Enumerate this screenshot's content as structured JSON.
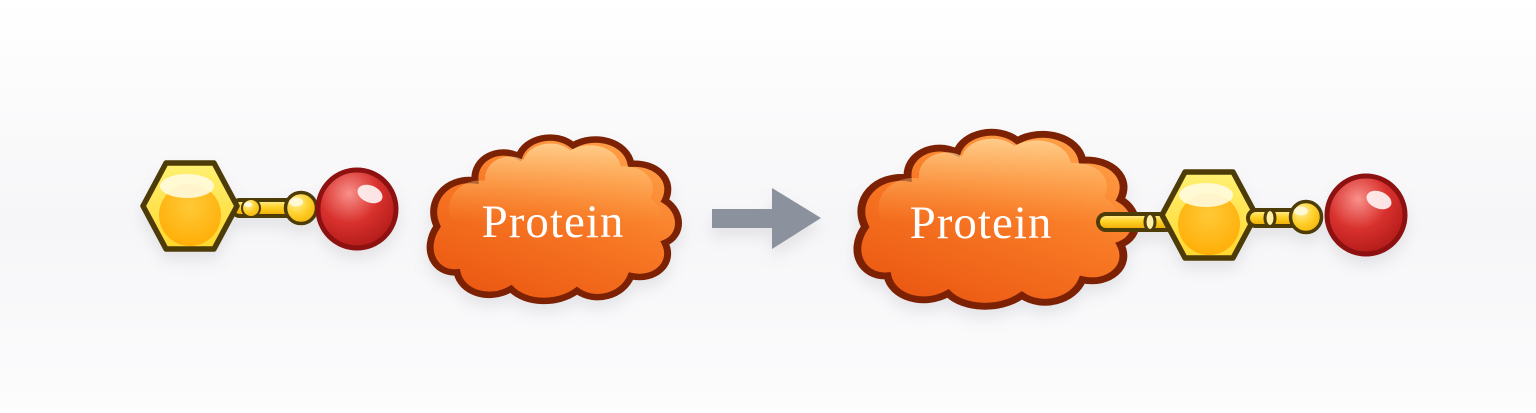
{
  "figure": {
    "type": "reaction-scheme-illustration",
    "labels": {
      "protein_reactant": "Protein",
      "protein_product": "Protein"
    },
    "icons": {
      "probe": "hexagon-linker-red-sphere-probe",
      "reactant_blob": "protein-cloud-blob",
      "arrow": "reaction-arrow-right",
      "product_blob": "protein-cloud-blob-with-probe"
    }
  },
  "palette": {
    "hexagon_face_light": "#fff172",
    "hexagon_face_dark": "#ffd62e",
    "hexagon_core_light": "#ffc937",
    "hexagon_core_dark": "#ffaa00",
    "outline_gold": "#4d3c07",
    "linker_light": "#fff2a2",
    "linker_mid": "#ffd227",
    "linker_dark": "#eca700",
    "gold_sphere_light": "#fff2a0",
    "gold_sphere_mid": "#ffcf28",
    "gold_sphere_dark": "#f2ad00",
    "red_sphere_light": "#f9908a",
    "red_sphere_mid": "#d8312d",
    "red_sphere_dark": "#a31211",
    "red_sphere_outline": "#8e1111",
    "protein_top": "#ffa249",
    "protein_mid": "#f87a26",
    "protein_bottom": "#eb5711",
    "protein_outline": "#7c2104",
    "arrow_gray": "#8b929e",
    "label_text": "#ffffff"
  }
}
